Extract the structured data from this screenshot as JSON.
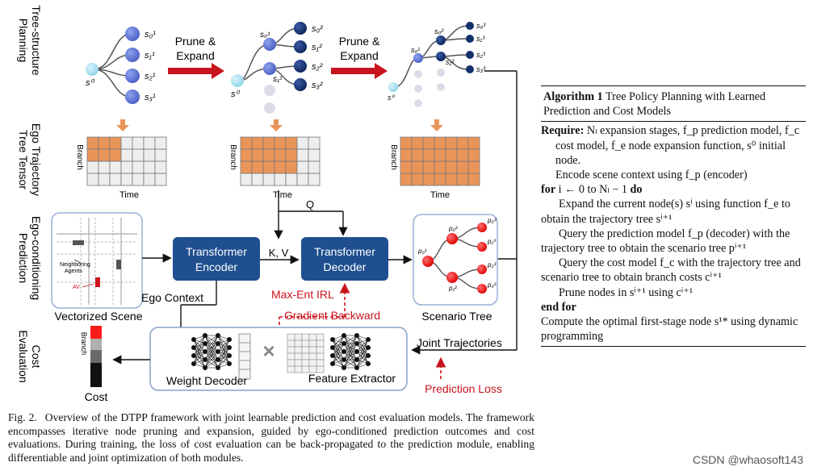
{
  "diagram": {
    "row_labels": {
      "tree_planning": [
        "Tree-structure",
        "Planning"
      ],
      "ego_tensor": [
        "Ego Trajectory",
        "Tree Tensor"
      ],
      "ego_prediction": [
        "Ego-conditioning",
        "Prediction"
      ],
      "cost_eval": [
        "Cost",
        "Evaluation"
      ]
    },
    "prune_expand_label": [
      "Prune &",
      "Expand"
    ],
    "nodes_stage1": {
      "root": "s⁰",
      "leaves": [
        "s₀¹",
        "s₁¹",
        "s₂¹",
        "s₃¹"
      ]
    },
    "nodes_stage2": {
      "root": "s⁰",
      "mid": [
        "s₀¹",
        "s₁¹"
      ],
      "leaves": [
        "s₀²",
        "s₁²",
        "s₂²",
        "s₃²"
      ]
    },
    "nodes_stage3": {
      "root": "s⁰",
      "mid": [
        "s₀¹"
      ],
      "mid2": [
        "s₀²",
        "s₁²"
      ],
      "leaves": [
        "s₀³",
        "s₁³",
        "s₂³",
        "s₃³"
      ]
    },
    "tensor_axis": {
      "y": "Branch",
      "x": "Time"
    },
    "tensor_fill": [
      {
        "rows_filled": 2,
        "cols_filled": 3,
        "rows": 4,
        "cols": 7
      },
      {
        "rows_filled": 3,
        "cols_filled": 5,
        "rows": 4,
        "cols": 7
      },
      {
        "rows_filled": 4,
        "cols_filled": 7,
        "rows": 4,
        "cols": 7
      }
    ],
    "scene": {
      "label": "Vectorized Scene",
      "neighbor_label": [
        "Neighboring",
        "Agents"
      ],
      "av_label": "AV"
    },
    "encoder": [
      "Transformer",
      "Encoder"
    ],
    "decoder": [
      "Transformer",
      "Decoder"
    ],
    "kv_label": "K, V",
    "q_label": "Q",
    "scenario": {
      "label": "Scenario Tree",
      "root": "p₀¹",
      "mid": [
        "p₀²",
        "p₁²"
      ],
      "leaves": [
        "p₀³",
        "p₁³",
        "p₂³",
        "p₃³"
      ]
    },
    "ego_context": "Ego Context",
    "maxent_irl": "Max-Ent IRL",
    "gradient_backward": "Gradient Backward",
    "joint_trajectories": "Joint Trajectories",
    "prediction_loss": "Prediction Loss",
    "weight_decoder": "Weight Decoder",
    "feature_extractor": "Feature Extractor",
    "multiply": "×",
    "cost_label": "Cost",
    "cost_branch": "Branch",
    "colors": {
      "encoder": "#1f4f8f",
      "dark_node": "#12306b",
      "mid_node": "#5a6fd0",
      "root_node": "#a7dff0",
      "ghost": "#dcdce8",
      "orange": "#e9955a",
      "red_arrow": "#c8141e",
      "red_node": "#ff1a1a",
      "panel_border": "#8aa0c8"
    }
  },
  "caption": {
    "fig": "Fig. 2.",
    "text": "Overview of the DTPP framework with joint learnable prediction and cost evaluation models. The framework encompasses iterative node pruning and expansion, guided by ego-conditioned prediction outcomes and cost evaluations. During training, the loss of cost evaluation can be back-propagated to the prediction module, enabling differentiable and joint optimization of both modules."
  },
  "algorithm": {
    "title_bold": "Algorithm 1",
    "title_rest": "Tree Policy Planning with Learned Prediction and Cost Models",
    "require_kw": "Require:",
    "require_text": "Nₗ expansion stages, f_p prediction model, f_c cost model, f_e node expansion function, s⁰ initial node.",
    "encode_line": "Encode scene context using f_p (encoder)",
    "for_kw": "for",
    "for_mid": "i ← 0 to Nₗ − 1",
    "do_kw": "do",
    "step_expand": "Expand the current node(s) sⁱ using function f_e to obtain the trajectory tree sⁱ⁺¹",
    "step_query_pred": "Query the prediction model f_p (decoder) with the trajectory tree to obtain the scenario tree pⁱ⁺¹",
    "step_query_cost": "Query the cost model f_c with the trajectory tree and scenario tree to obtain branch costs cⁱ⁺¹",
    "step_prune": "Prune nodes in sⁱ⁺¹ using cⁱ⁺¹",
    "end_for": "end for",
    "final": "Compute the optimal first-stage node s¹* using dynamic programming"
  },
  "watermark": "CSDN @whaosoft143"
}
